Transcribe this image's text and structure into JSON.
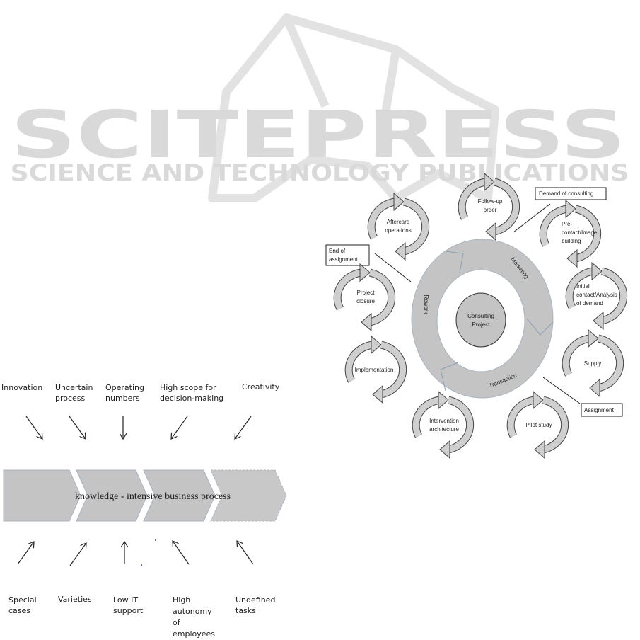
{
  "watermark": {
    "brand": "SCITEPRESS",
    "tagline": "SCIENCE AND TECHNOLOGY PUBLICATIONS"
  },
  "left_diagram": {
    "process_label": "knowledge - intensive business process",
    "top_factors": [
      {
        "lines": [
          "Innovation"
        ]
      },
      {
        "lines": [
          "Uncertain",
          "process"
        ]
      },
      {
        "lines": [
          "Operating",
          "numbers"
        ]
      },
      {
        "lines": [
          "High scope for",
          "decision-making"
        ]
      },
      {
        "lines": [
          "Creativity"
        ]
      }
    ],
    "bottom_factors": [
      {
        "lines": [
          "Special",
          "cases"
        ]
      },
      {
        "lines": [
          "Varieties"
        ]
      },
      {
        "lines": [
          "Low IT",
          "support"
        ]
      },
      {
        "lines": [
          "High",
          "autonomy",
          "of",
          "employees"
        ]
      },
      {
        "lines": [
          "Undefined",
          "tasks"
        ]
      }
    ]
  },
  "right_diagram": {
    "center": [
      "Consulting",
      "Project"
    ],
    "ring_phases": [
      "Marketing",
      "Transaction",
      "Rework"
    ],
    "milestones": [
      "Demand of consulting",
      "End of",
      "assignment",
      "Assignment"
    ],
    "cycles": [
      {
        "lines": [
          "Follow-up",
          "order"
        ]
      },
      {
        "lines": [
          "Pre-",
          "contact/Image",
          "building"
        ]
      },
      {
        "lines": [
          "Initial",
          "contact/Analysis",
          "of demand"
        ]
      },
      {
        "lines": [
          "Supply"
        ]
      },
      {
        "lines": [
          "Pilot study"
        ]
      },
      {
        "lines": [
          "Intervention",
          "architecture"
        ]
      },
      {
        "lines": [
          "Implementation"
        ]
      },
      {
        "lines": [
          "Project",
          "closure"
        ]
      },
      {
        "lines": [
          "Aftercare",
          "operations"
        ]
      }
    ]
  },
  "colors": {
    "shape_fill": "#c4c4c4",
    "watermark": "#d9d9d9"
  }
}
